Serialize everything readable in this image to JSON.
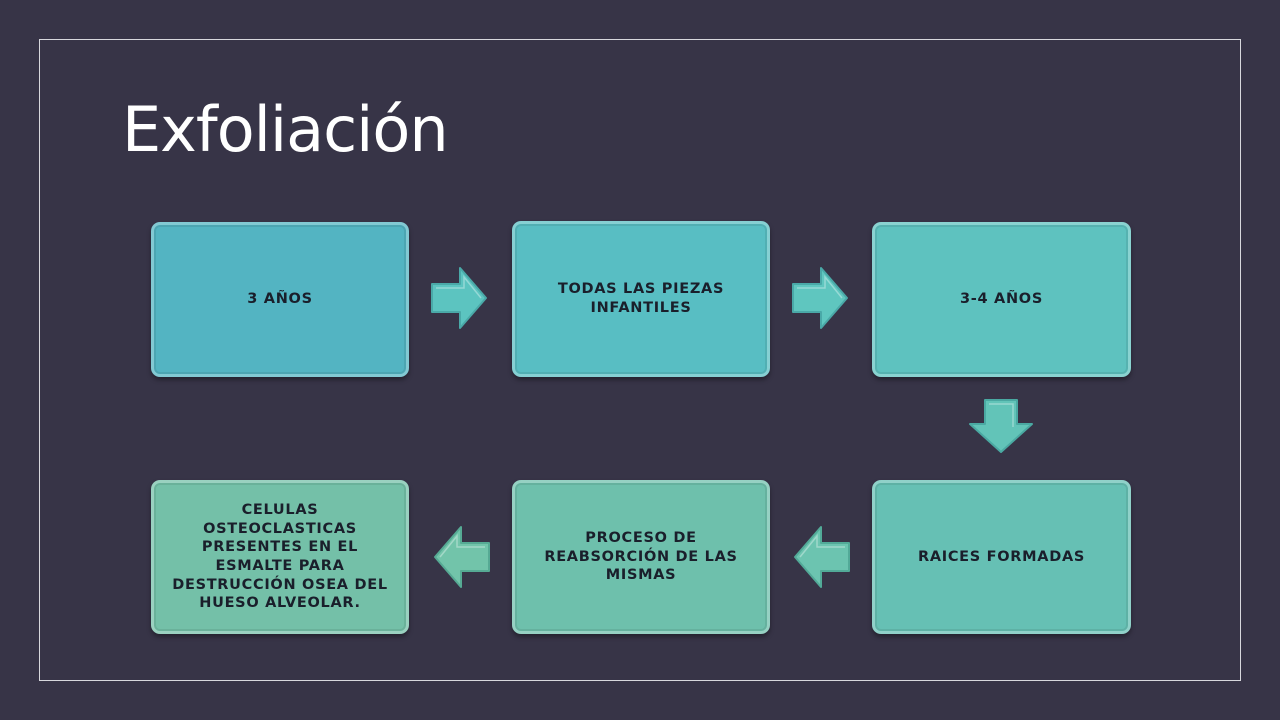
{
  "slide": {
    "title": "Exfoliación"
  },
  "flow": {
    "steps": [
      {
        "label": "3 AÑOS",
        "color": "#53b4c2"
      },
      {
        "label": "TODAS LAS PIEZAS INFANTILES",
        "color": "#58bec3"
      },
      {
        "label": "3-4 AÑOS",
        "color": "#5ec2bf"
      },
      {
        "label": "RAICES FORMADAS",
        "color": "#66c0b4"
      },
      {
        "label": "PROCESO DE REABSORCIÓN DE LAS MISMAS",
        "color": "#6ec0ac"
      },
      {
        "label": "CELULAS OSTEOCLASTICAS PRESENTES EN EL ESMALTE PARA DESTRUCCIÓN OSEA DEL HUESO ALVEOLAR.",
        "color": "#74c0a8"
      }
    ],
    "arrow_color": "#5cc4c0"
  }
}
